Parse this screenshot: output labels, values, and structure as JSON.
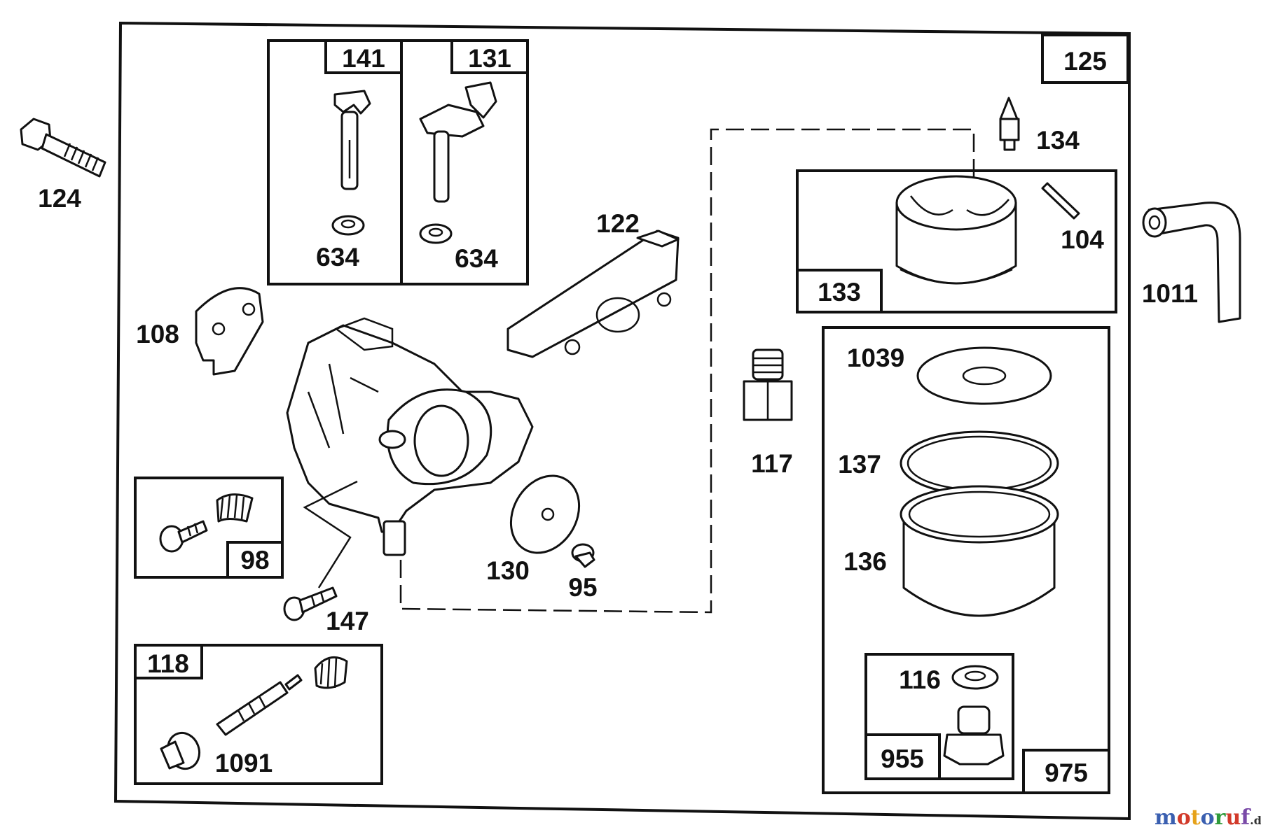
{
  "labels": {
    "p124": "124",
    "p141": "141",
    "p131": "131",
    "p125": "125",
    "p134": "134",
    "p634a": "634",
    "p634b": "634",
    "p122": "122",
    "p104": "104",
    "p133": "133",
    "p1011": "1011",
    "p108": "108",
    "p1039": "1039",
    "p117": "117",
    "p137": "137",
    "p136": "136",
    "p98": "98",
    "p130": "130",
    "p95": "95",
    "p147": "147",
    "p118": "118",
    "p116": "116",
    "p1091": "1091",
    "p955": "955",
    "p975": "975"
  },
  "watermark": {
    "text_main": "motoruf",
    "text_suffix": ".de",
    "colors": [
      "#3a5fb0",
      "#d23a2a",
      "#e6a21a",
      "#3a5fb0",
      "#2f9a3a",
      "#d23a2a",
      "#7a4aa8"
    ]
  }
}
